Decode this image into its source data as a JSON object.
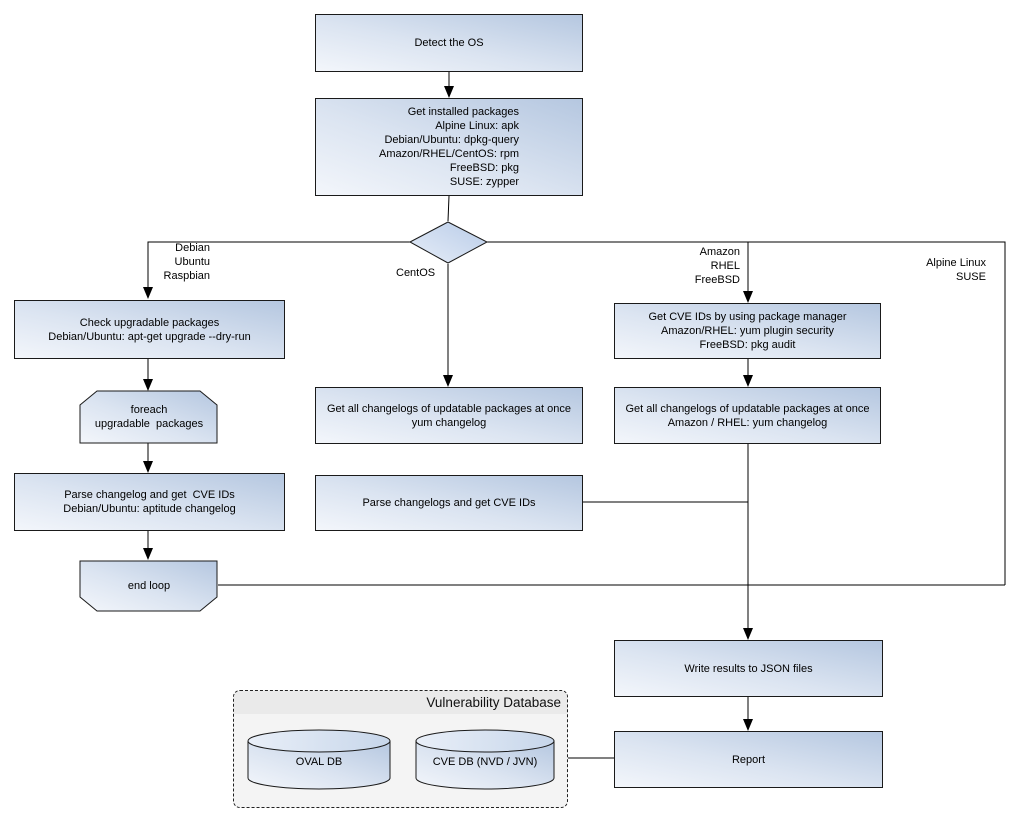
{
  "colors": {
    "node_fill_light": "#f3f6fb",
    "node_fill_dark": "#b5c7e0",
    "border": "#1a1a1a",
    "line": "#000000",
    "db_panel_bg": "#f4f4f4",
    "db_header_bg": "#eaeaea"
  },
  "nodes": {
    "detect_os": "Detect the OS",
    "get_installed_packages": "Get installed packages\nAlpine Linux: apk\nDebian/Ubuntu: dpkg-query\nAmazon/RHEL/CentOS: rpm\nFreeBSD: pkg\nSUSE: zypper",
    "check_upgradable": "Check upgradable packages\nDebian/Ubuntu: apt-get upgrade --dry-run",
    "foreach_loop": "foreach\nupgradable  packages",
    "parse_changelog_deb": "Parse changelog and get  CVE IDs\nDebian/Ubuntu: aptitude changelog",
    "end_loop": "end loop",
    "get_changelogs_centos": "Get all changelogs of updatable packages at once\nyum changelog",
    "parse_changelogs_centos": "Parse changelogs and get CVE IDs",
    "get_cve_ids_pkg_mgr": "Get CVE IDs by using package manager\nAmazon/RHEL: yum plugin security\nFreeBSD: pkg audit",
    "get_changelogs_amazon": "Get all changelogs of updatable packages at once\nAmazon / RHEL: yum changelog",
    "write_json": "Write results to JSON files",
    "report": "Report"
  },
  "branch_labels": {
    "debian": "Debian\nUbuntu\nRaspbian",
    "centos": "CentOS",
    "amazon": "Amazon\nRHEL\nFreeBSD",
    "alpine": "Alpine Linux\nSUSE"
  },
  "database": {
    "title": "Vulnerability Database",
    "oval_db": "OVAL DB",
    "cve_db": "CVE DB (NVD / JVN)"
  }
}
